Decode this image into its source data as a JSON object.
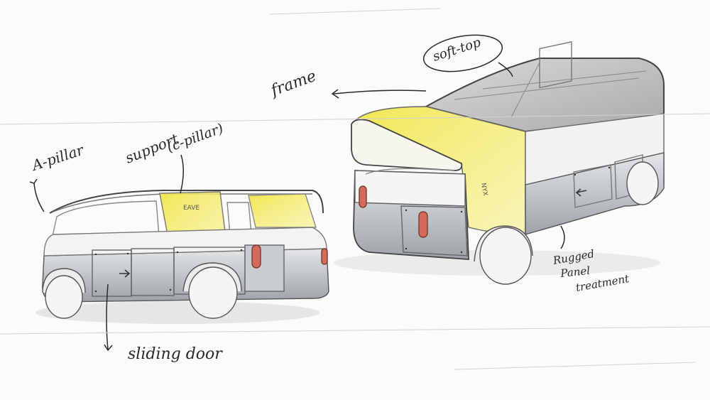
{
  "colors": {
    "paper": "#fbfbfa",
    "pencil": "#5a5a5a",
    "ink": "#2a2a2a",
    "highlight_yellow": "#f3ea5a",
    "body_grey": "#a9adb3",
    "light_grey": "#d6d8db",
    "tail_light": "#d46a5a"
  },
  "annotations": {
    "a_pillar": "A-pillar",
    "support": "support",
    "c_pillar": "(c-pillar)",
    "sliding_door": "sliding door",
    "frame": "frame",
    "soft_top": "soft-top",
    "rugged_1": "Rugged",
    "rugged_2": "Panel",
    "rugged_3": "treatment"
  },
  "vehicle_badges": {
    "left_vehicle": "EAVE",
    "right_vehicle": "NYX"
  }
}
